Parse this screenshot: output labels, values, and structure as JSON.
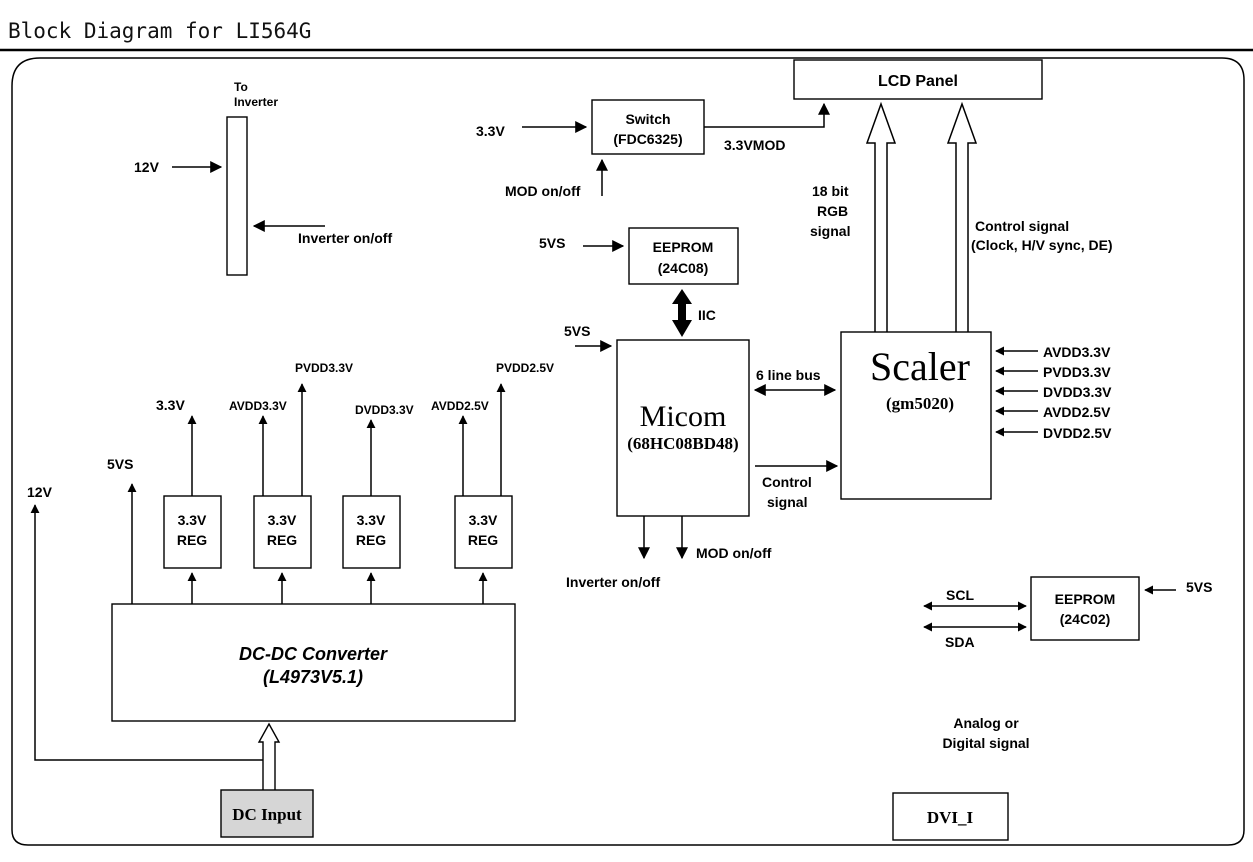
{
  "title": "Block Diagram for LI564G",
  "blocks": {
    "lcd_panel": "LCD Panel",
    "switch": {
      "line1": "Switch",
      "line2": "(FDC6325)"
    },
    "inverter": {
      "line1": "To",
      "line2": "Inverter"
    },
    "eeprom1": {
      "line1": "EEPROM",
      "line2": "(24C08)"
    },
    "eeprom2": {
      "line1": "EEPROM",
      "line2": "(24C02)"
    },
    "micom": {
      "name": "Micom",
      "part": "(68HC08BD48)"
    },
    "scaler": {
      "name": "Scaler",
      "part": "(gm5020)"
    },
    "reg": {
      "line1": "3.3V",
      "line2": "REG"
    },
    "dcdc": {
      "line1": "DC-DC Converter",
      "line2": "(L4973V5.1)"
    },
    "dc_input": "DC Input",
    "dvi": "DVI_I"
  },
  "labels": {
    "v12_inverter": "12V",
    "inverter_onoff": "Inverter on/off",
    "v33_switch": "3.3V",
    "mod_onoff": "MOD on/off",
    "v33mod": "3.3VMOD",
    "rgb": [
      "18 bit",
      "RGB",
      "signal"
    ],
    "control_signal_top": [
      "Control signal",
      "(Clock, H/V sync, DE)"
    ],
    "vs5_eeprom": "5VS",
    "iic": "IIC",
    "vs5_micom": "5VS",
    "bus6": "6 line bus",
    "control_signal_mid": [
      "Control",
      "signal"
    ],
    "micom_inverter_onoff": "Inverter on/off",
    "micom_mod_onoff": "MOD on/off",
    "scaler_inputs": [
      "AVDD3.3V",
      "PVDD3.3V",
      "DVDD3.3V",
      "AVDD2.5V",
      "DVDD2.5V"
    ],
    "reg_outputs": {
      "v33": "3.3V",
      "avdd33": "AVDD3.3V",
      "pvdd33": "PVDD3.3V",
      "dvdd33": "DVDD3.3V",
      "avdd25": "AVDD2.5V",
      "pvdd25": "PVDD2.5V"
    },
    "vs5_left": "5VS",
    "v12_left": "12V",
    "scl": "SCL",
    "sda": "SDA",
    "vs5_eeprom2": "5VS",
    "analog_digital": [
      "Analog or",
      "Digital signal"
    ]
  }
}
